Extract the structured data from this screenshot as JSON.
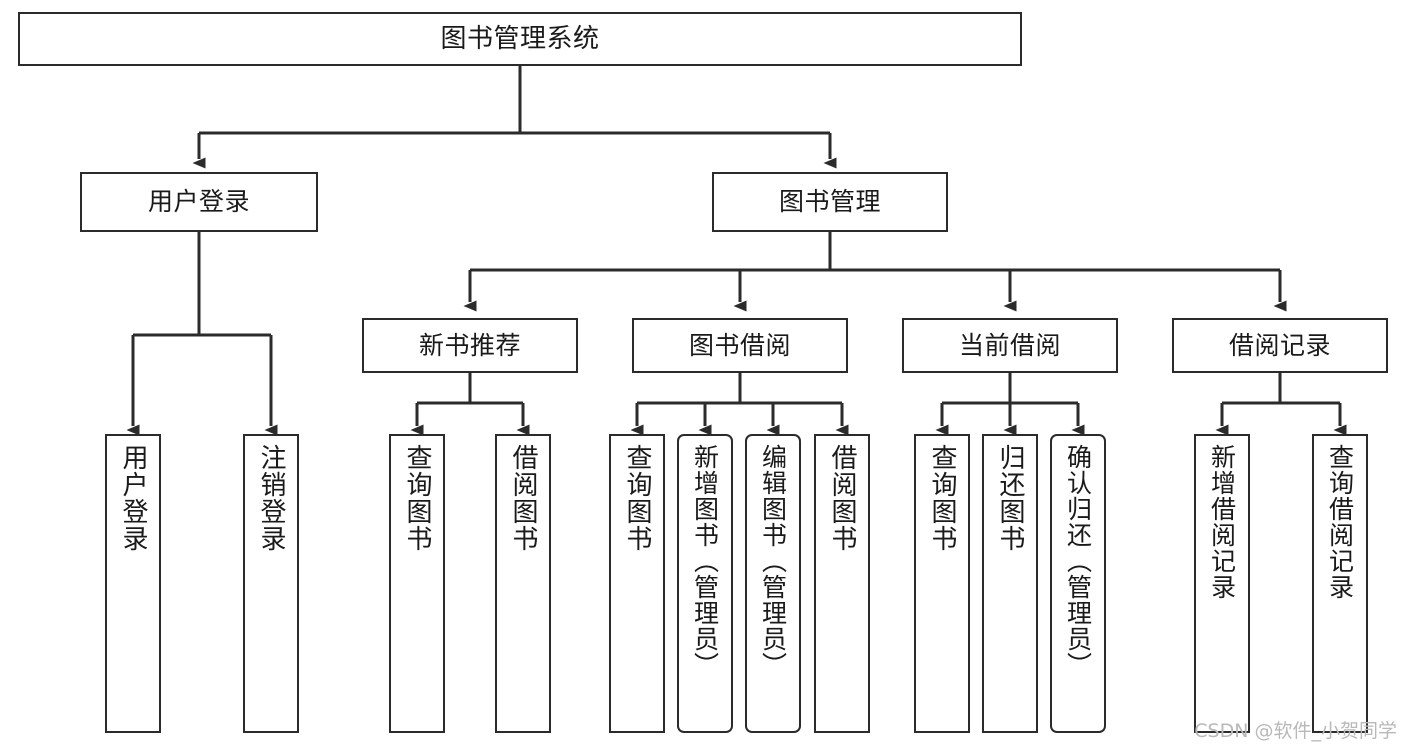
{
  "diagram": {
    "title": "图书管理系统",
    "type": "tree",
    "watermark": "CSDN @软件_小贺同学",
    "style": {
      "box_border": "#2b2b2b",
      "box_fill": "#ffffff",
      "edge_color": "#2b2b2b",
      "text_color": "#1a1a1a",
      "watermark_color": "#b9b9b9",
      "background": "#ffffff"
    },
    "nodes": {
      "root": {
        "label": "图书管理系统",
        "level": 1,
        "orientation": "horizontal"
      },
      "n_user_login": {
        "label": "用户登录",
        "level": 2,
        "orientation": "horizontal"
      },
      "n_book_mgmt": {
        "label": "图书管理",
        "level": 2,
        "orientation": "horizontal"
      },
      "n_new_book_rec": {
        "label": "新书推荐",
        "level": 3,
        "orientation": "horizontal"
      },
      "n_book_borrow": {
        "label": "图书借阅",
        "level": 3,
        "orientation": "horizontal"
      },
      "n_current_borrow": {
        "label": "当前借阅",
        "level": 3,
        "orientation": "horizontal"
      },
      "n_borrow_record": {
        "label": "借阅记录",
        "level": 3,
        "orientation": "horizontal"
      },
      "l_user_login": {
        "label": "用户登录",
        "level": 4,
        "orientation": "vertical",
        "shape": "rect"
      },
      "l_logout": {
        "label": "注销登录",
        "level": 4,
        "orientation": "vertical",
        "shape": "rect"
      },
      "l_query_book_a": {
        "label": "查询图书",
        "level": 4,
        "orientation": "vertical",
        "shape": "rect"
      },
      "l_borrow_book_a": {
        "label": "借阅图书",
        "level": 4,
        "orientation": "vertical",
        "shape": "rect"
      },
      "l_query_book_b": {
        "label": "查询图书",
        "level": 4,
        "orientation": "vertical",
        "shape": "rect"
      },
      "l_add_book": {
        "label": "新增图书（管理员）",
        "level": 4,
        "orientation": "vertical",
        "shape": "rounded"
      },
      "l_edit_book": {
        "label": "编辑图书（管理员）",
        "level": 4,
        "orientation": "vertical",
        "shape": "rounded"
      },
      "l_borrow_book_b": {
        "label": "借阅图书",
        "level": 4,
        "orientation": "vertical",
        "shape": "rect"
      },
      "l_query_book_c": {
        "label": "查询图书",
        "level": 4,
        "orientation": "vertical",
        "shape": "rect"
      },
      "l_return_book": {
        "label": "归还图书",
        "level": 4,
        "orientation": "vertical",
        "shape": "rect"
      },
      "l_confirm_return": {
        "label": "确认归还（管理员）",
        "level": 4,
        "orientation": "vertical",
        "shape": "rounded"
      },
      "l_add_record": {
        "label": "新增借阅记录",
        "level": 4,
        "orientation": "vertical",
        "shape": "rect"
      },
      "l_query_record": {
        "label": "查询借阅记录",
        "level": 4,
        "orientation": "vertical",
        "shape": "rect"
      }
    },
    "edges": [
      {
        "from": "root",
        "to": "n_user_login"
      },
      {
        "from": "root",
        "to": "n_book_mgmt"
      },
      {
        "from": "n_user_login",
        "to": "l_user_login"
      },
      {
        "from": "n_user_login",
        "to": "l_logout"
      },
      {
        "from": "n_book_mgmt",
        "to": "n_new_book_rec"
      },
      {
        "from": "n_book_mgmt",
        "to": "n_book_borrow"
      },
      {
        "from": "n_book_mgmt",
        "to": "n_current_borrow"
      },
      {
        "from": "n_book_mgmt",
        "to": "n_borrow_record"
      },
      {
        "from": "n_new_book_rec",
        "to": "l_query_book_a"
      },
      {
        "from": "n_new_book_rec",
        "to": "l_borrow_book_a"
      },
      {
        "from": "n_book_borrow",
        "to": "l_query_book_b"
      },
      {
        "from": "n_book_borrow",
        "to": "l_add_book"
      },
      {
        "from": "n_book_borrow",
        "to": "l_edit_book"
      },
      {
        "from": "n_book_borrow",
        "to": "l_borrow_book_b"
      },
      {
        "from": "n_current_borrow",
        "to": "l_query_book_c"
      },
      {
        "from": "n_current_borrow",
        "to": "l_return_book"
      },
      {
        "from": "n_current_borrow",
        "to": "l_confirm_return"
      },
      {
        "from": "n_borrow_record",
        "to": "l_add_record"
      },
      {
        "from": "n_borrow_record",
        "to": "l_query_record"
      }
    ]
  }
}
